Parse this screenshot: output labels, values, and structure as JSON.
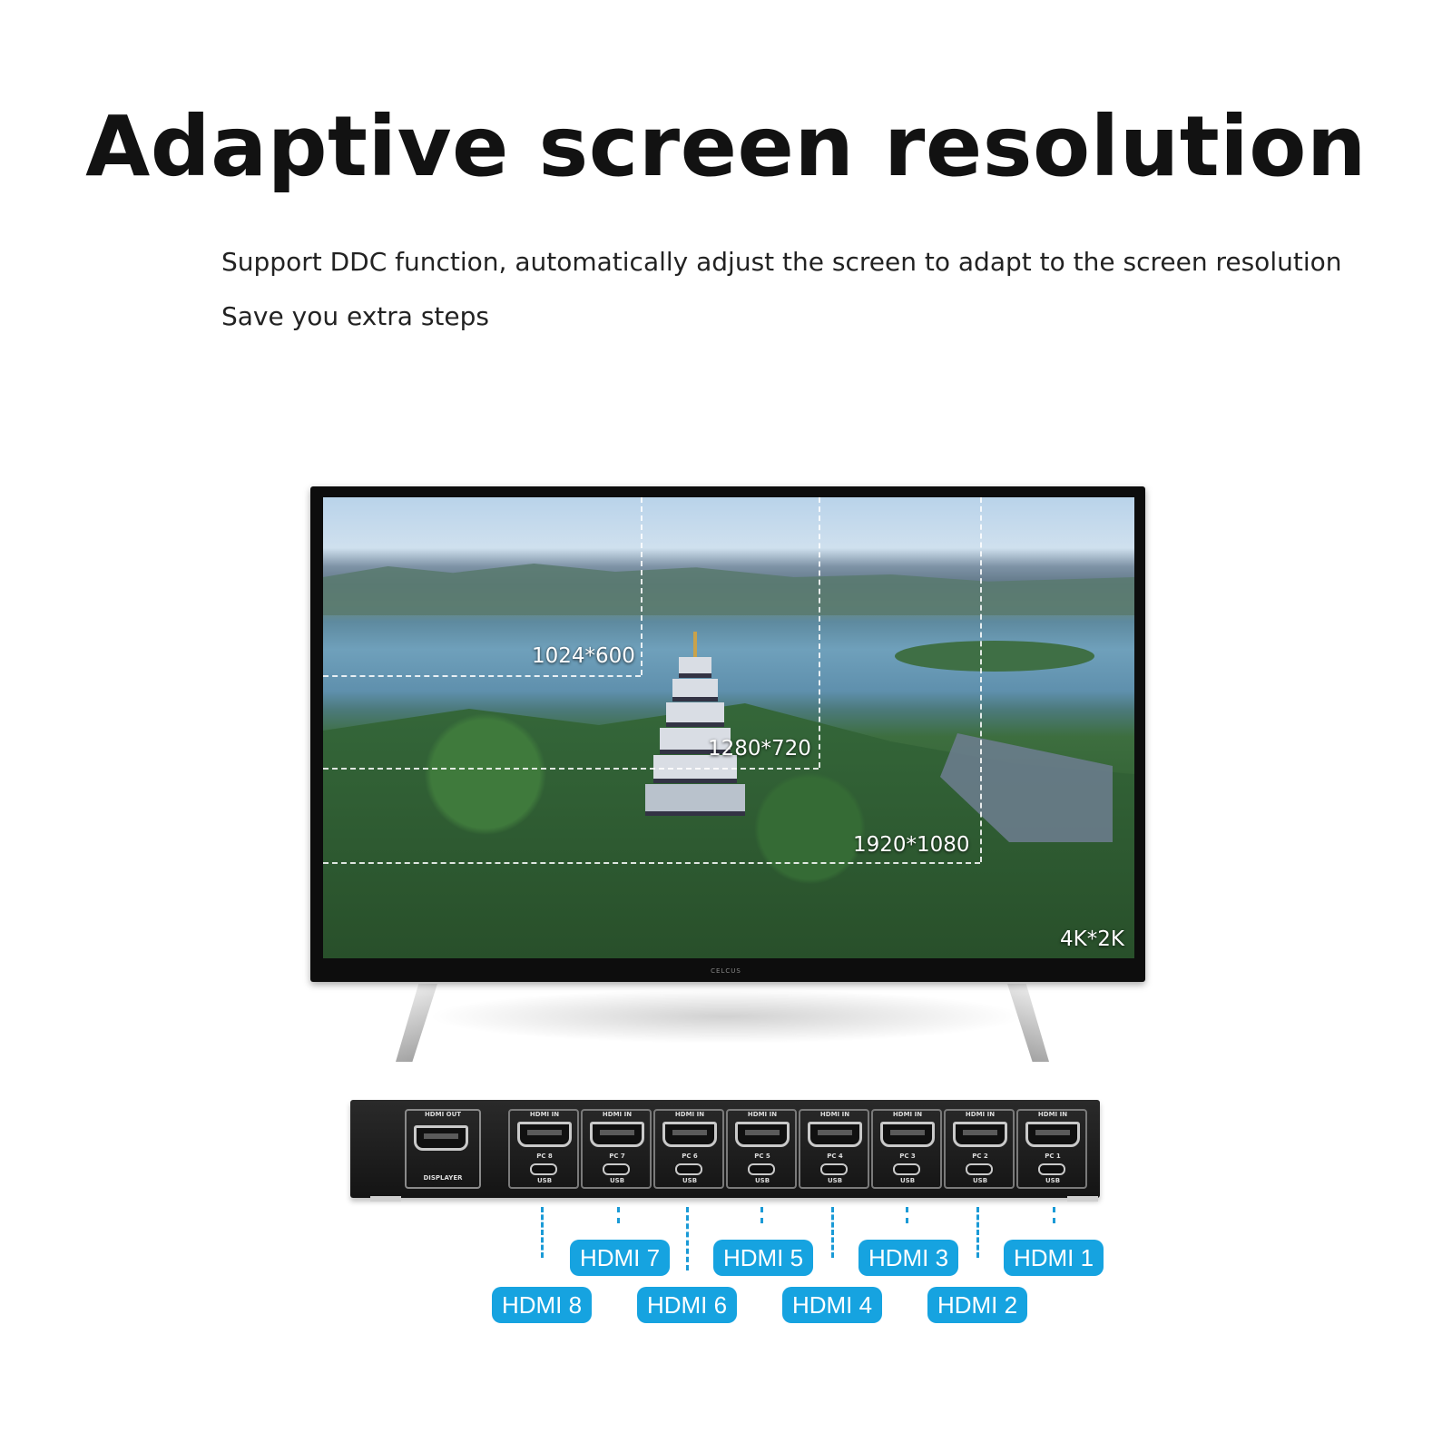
{
  "title": "Adaptive screen resolution",
  "subtitle_line1": "Support DDC function, automatically adjust the screen to adapt to the screen resolution",
  "subtitle_line2": "Save you extra steps",
  "resolutions": [
    "1024*600",
    "1280*720",
    "1920*1080",
    "4K*2K"
  ],
  "tv_brand": "CELCUS",
  "switch": {
    "out_label": "HDMI OUT",
    "displayer_label": "DISPLAYER",
    "in_label": "HDMI IN",
    "usb_label": "USB",
    "pc_labels": [
      "PC 8",
      "PC 7",
      "PC 6",
      "PC 5",
      "PC 4",
      "PC 3",
      "PC 2",
      "PC 1"
    ]
  },
  "hdmi_badges_top": [
    "HDMI 7",
    "HDMI 5",
    "HDMI 3",
    "HDMI 1"
  ],
  "hdmi_badges_bottom": [
    "HDMI 8",
    "HDMI 6",
    "HDMI 4",
    "HDMI 2"
  ],
  "colors": {
    "badge": "#16a3e0",
    "dash": "#1a9ad6"
  }
}
